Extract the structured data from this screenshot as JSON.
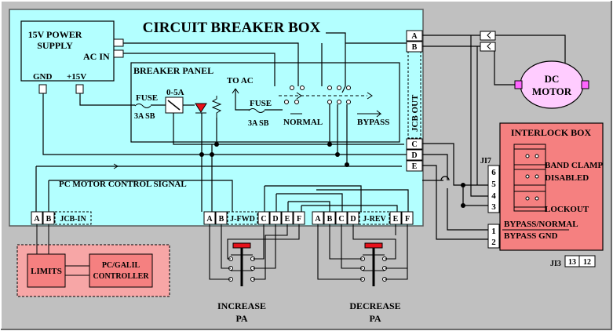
{
  "title": "CIRCUIT BREAKER BOX",
  "power_supply": {
    "title_line1": "15V POWER",
    "title_line2": "SUPPLY",
    "ac_in": "AC IN",
    "gnd": "GND",
    "plus15v": "+15V"
  },
  "breaker_panel": {
    "title": "BREAKER PANEL",
    "fuse1": "FUSE",
    "fuse1_rating": "3A SB",
    "meter": "0-5A",
    "to_ac": "TO AC",
    "fuse2": "FUSE",
    "fuse2_rating": "3A SB",
    "normal": "NORMAL",
    "bypass": "BYPASS"
  },
  "jcb_out": "JCB OUT",
  "jcb_in": "JCB-IN",
  "pc_signal": "PC MOTOR CONTROL SIGNAL",
  "motor_line1": "DC",
  "motor_line2": "MOTOR",
  "interlock": {
    "title": "INTERLOCK BOX",
    "ji7": "JI7",
    "ji3": "JI3",
    "band_clamp": "BAND CLAMP",
    "disabled": "DISABLED",
    "lockout": "LOCKOUT",
    "bypass_normal": "BYPASS/NORMAL",
    "bypass_gnd": "BYPASS GND",
    "pins_a": [
      "6",
      "5",
      "4",
      "3"
    ],
    "pins_b": [
      "1",
      "2"
    ],
    "pins_c": [
      "13",
      "12"
    ]
  },
  "out_connector": [
    "A",
    "B",
    "C",
    "D",
    "E"
  ],
  "bottom_left": {
    "labels": [
      "A",
      "B"
    ],
    "jcb": "JCB-IN"
  },
  "fwd": {
    "labels": [
      "A",
      "B",
      "C",
      "D",
      "E",
      "F"
    ],
    "name": "J-FWD"
  },
  "rev": {
    "labels": [
      "A",
      "B",
      "C",
      "D",
      "E",
      "F"
    ],
    "name": "J-REV"
  },
  "limits": "LIMITS",
  "pc_galil_line1": "PC/GALIL",
  "pc_galil_line2": "CONTROLLER",
  "increase_line1": "INCREASE",
  "increase_line2": "PA",
  "decrease_line1": "DECREASE",
  "decrease_line2": "PA",
  "colors": {
    "box_fill": "#b3ffff",
    "interlock_fill": "#f58080",
    "limits_fill": "#f7a6a6",
    "background": "#c0c0c0",
    "red_button": "#e8111a"
  }
}
